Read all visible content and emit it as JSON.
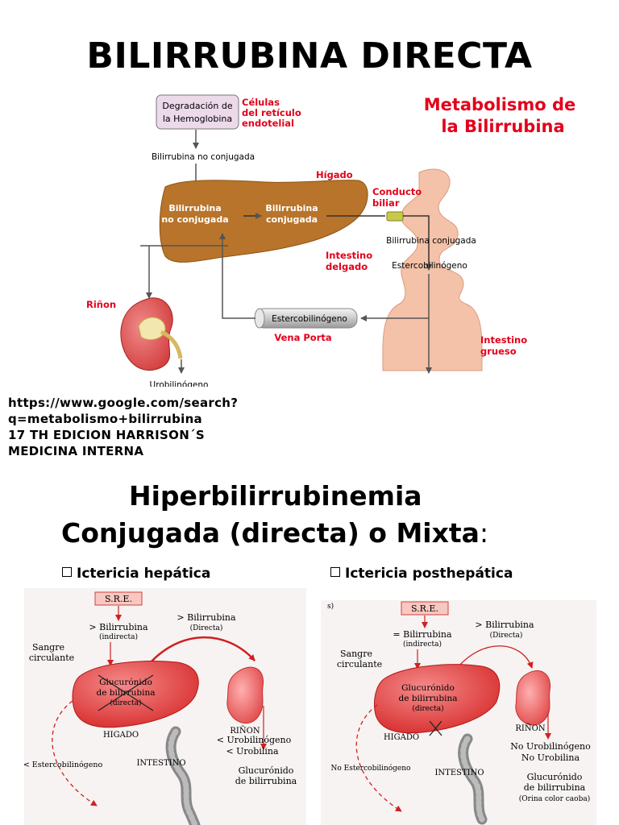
{
  "title": "BILIRRUBINA DIRECTA",
  "top_diagram": {
    "heading_line1": "Metabolismo de",
    "heading_line2": "la Bilirrubina",
    "degradacion_line1": "Degradación de",
    "degradacion_line2": "la Hemoglobina",
    "celulas_line1": "Células",
    "celulas_line2": "del retículo",
    "celulas_line3": "endotelial",
    "bilirrubina_no_conjugada_top": "Bilirrubina no conjugada",
    "higado": "Hígado",
    "liver_left_line1": "Bilirrubina",
    "liver_left_line2": "no conjugada",
    "liver_right_line1": "Bilirrubina",
    "liver_right_line2": "conjugada",
    "conducto_line1": "Conducto",
    "conducto_line2": "biliar",
    "bilirrubina_conjugada": "Bilirrubina conjugada",
    "intestino_delgado_line1": "Intestino",
    "intestino_delgado_line2": "delgado",
    "estercobilinogeno_intestine": "Estercobilinógeno",
    "estercobilinogeno_vein": "Estercobilinógeno",
    "vena_porta": "Vena Porta",
    "rinon": "Riñon",
    "intestino_grueso_line1": "Intestino",
    "intestino_grueso_line2": "grueso",
    "urobilinogeno": "Urobilinógeno",
    "colors": {
      "red_label": "#e3001b",
      "liver": "#b8742a",
      "intestine": "#f4c2a8",
      "vein": "#dcdcdc"
    }
  },
  "references": {
    "line1": "https://www.google.com/search?",
    "line2": "q=metabolismo+bilirrubina",
    "line3": "17 TH EDICION HARRISON´S",
    "line4": "MEDICINA INTERNA"
  },
  "subtitle": {
    "line1": "Hiperbilirrubinemia",
    "line2": "Conjugada (directa) o Mixta",
    "colon": ":"
  },
  "bullets": {
    "left": "Ictericia hepática",
    "right": "Ictericia posthepática"
  },
  "left_diagram": {
    "sre": "S.R.E.",
    "bili_indirect_line1": "> Bilirrubina",
    "bili_indirect_line2": "(indirecta)",
    "bili_direct_line1": "> Bilirrubina",
    "bili_direct_line2": "(Directa)",
    "sangre_line1": "Sangre",
    "sangre_line2": "circulante",
    "glucuronido_line1": "Glucurónido",
    "glucuronido_line2": "de bilirrubina",
    "glucuronido_line3": "(directa)",
    "rinon": "RIÑON",
    "higado": "HIGADO",
    "intestino": "INTESTINO",
    "estercobilinogeno": "< Estercobilinógeno",
    "urine_line1": "< Urobilinógeno",
    "urine_line2": "< Urobilina",
    "urine_line3": "Glucurónido",
    "urine_line4": "de bilirrubina"
  },
  "right_diagram": {
    "corner": "s)",
    "sre": "S.R.E.",
    "bili_indirect_line1": "= Bilirrubina",
    "bili_indirect_line2": "(indirecta)",
    "bili_direct_line1": "> Bilirrubina",
    "bili_direct_line2": "(Directa)",
    "sangre_line1": "Sangre",
    "sangre_line2": "circulante",
    "glucuronido_line1": "Glucurónido",
    "glucuronido_line2": "de bilirrubina",
    "glucuronido_line3": "(directa)",
    "rinon": "RIÑON",
    "higado": "HIGADO",
    "intestino": "INTESTINO",
    "estercobilinogeno": "No Estercobilinógeno",
    "urine_line1": "No Urobilinógeno",
    "urine_line2": "No Urobilina",
    "urine_line3": "Glucurónido",
    "urine_line4": "de bilirrubina",
    "urine_line5": "(Orina color caoba)"
  }
}
